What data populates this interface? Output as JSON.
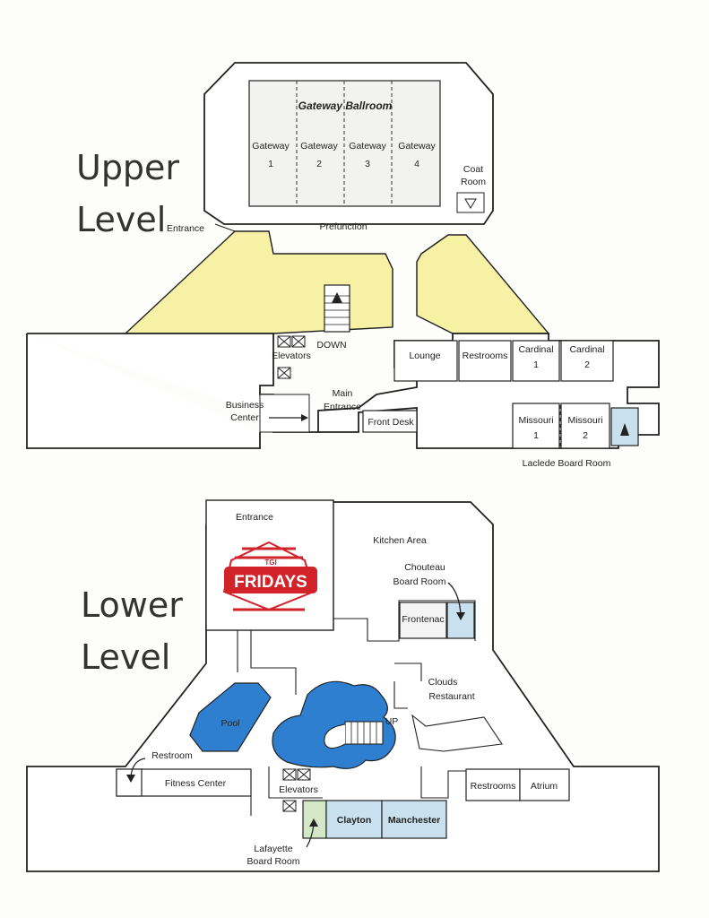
{
  "upper": {
    "heading_line1": "Upper",
    "heading_line2": "Level",
    "ballroom_title": "Gateway Ballroom",
    "gateway_label": "Gateway",
    "gateway_numbers": [
      "1",
      "2",
      "3",
      "4"
    ],
    "coat_room_line1": "Coat",
    "coat_room_line2": "Room",
    "entrance": "Entrance",
    "prefunction": "Prefunction",
    "down": "DOWN",
    "elevators": "Elevators",
    "lounge": "Lounge",
    "restrooms": "Restrooms",
    "cardinal_label": "Cardinal",
    "cardinal_numbers": [
      "1",
      "2"
    ],
    "business_center_line1": "Business",
    "business_center_line2": "Center",
    "main_entrance_line1": "Main",
    "main_entrance_line2": "Entrance",
    "front_desk": "Front Desk",
    "missouri_label": "Missouri",
    "missouri_numbers": [
      "1",
      "2"
    ],
    "laclede": "Laclede Board Room"
  },
  "lower": {
    "heading_line1": "Lower",
    "heading_line2": "Level",
    "entrance": "Entrance",
    "kitchen": "Kitchen Area",
    "fridays_small": "TGI",
    "fridays": "FRIDAYS",
    "chouteau_line1": "Chouteau",
    "chouteau_line2": "Board Room",
    "frontenac": "Frontenac",
    "clouds_line1": "Clouds",
    "clouds_line2": "Restaurant",
    "pool": "Pool",
    "up": "UP",
    "restroom": "Restroom",
    "fitness": "Fitness Center",
    "elevators": "Elevators",
    "restrooms": "Restrooms",
    "atrium": "Atrium",
    "clayton": "Clayton",
    "manchester": "Manchester",
    "lafayette_line1": "Lafayette",
    "lafayette_line2": "Board Room"
  },
  "colors": {
    "yellow": "#f6f1a4",
    "pool_blue": "#2f7fd0",
    "room_blue": "#c9e0ee",
    "room_green": "#d4e8c8",
    "fridays_red": "#d2232a"
  }
}
